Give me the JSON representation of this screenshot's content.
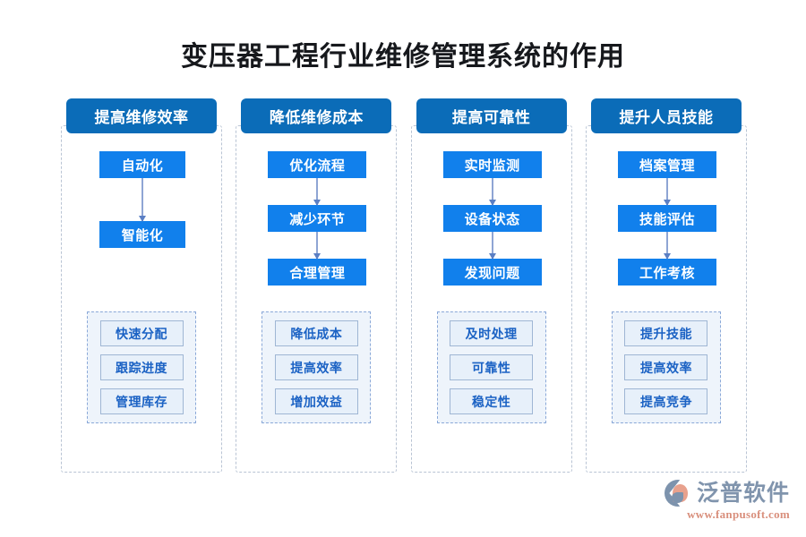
{
  "page": {
    "title": "变压器工程行业维修管理系统的作用",
    "background": "#ffffff"
  },
  "colors": {
    "header_blue": "#0b6cb8",
    "flow_blue": "#1180ec",
    "sub_box_fill": "#e7f0fa",
    "sub_box_text": "#1b62c4",
    "panel_fill": "#eef4fb",
    "dashed_outer": "#b9c4d4",
    "dashed_inner": "#8aa8d8",
    "arrow": "#5b7fc4",
    "title_text": "#16181c",
    "brand_gray": "#8094ad",
    "brand_salmon": "#d98f7c"
  },
  "columns": [
    {
      "header": "提高维修效率",
      "flow": [
        "自动化",
        "智能化"
      ],
      "sub_items": [
        "快速分配",
        "跟踪进度",
        "管理库存"
      ]
    },
    {
      "header": "降低维修成本",
      "flow": [
        "优化流程",
        "减少环节",
        "合理管理"
      ],
      "sub_items": [
        "降低成本",
        "提高效率",
        "增加效益"
      ]
    },
    {
      "header": "提高可靠性",
      "flow": [
        "实时监测",
        "设备状态",
        "发现问题"
      ],
      "sub_items": [
        "及时处理",
        "可靠性",
        "稳定性"
      ]
    },
    {
      "header": "提升人员技能",
      "flow": [
        "档案管理",
        "技能评估",
        "工作考核"
      ],
      "sub_items": [
        "提升技能",
        "提高效率",
        "提高竞争"
      ]
    }
  ],
  "watermark": {
    "text": "泛普软件"
  },
  "brand": {
    "name": "泛普软件",
    "url": "www.fanpusoft.com"
  }
}
